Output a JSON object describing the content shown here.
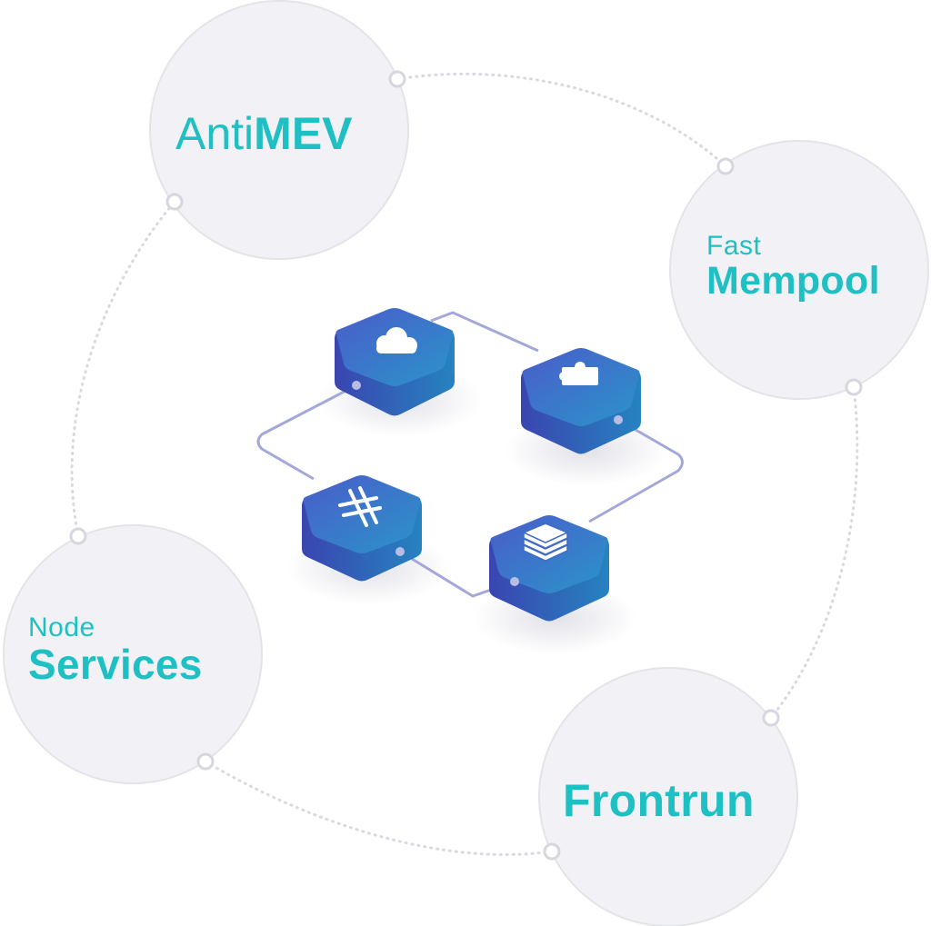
{
  "colors": {
    "accent_text": "#1fc0c4",
    "bubble_fill": "#f1f1f5",
    "bubble_stroke": "#e2e2ea",
    "dotted_orbit": "#d8d8e0",
    "connector_line": "#9fa4d6",
    "cube_top_start": "#3f58c7",
    "cube_top_end": "#2a90c8",
    "cube_side": "#2b4aa8"
  },
  "nodes": {
    "antimev": {
      "part1": "Anti",
      "part2": "MEV"
    },
    "fast_mempool": {
      "line1": "Fast",
      "line2": "Mempool"
    },
    "node_services": {
      "line1": "Node",
      "line2": "Services"
    },
    "frontrun": {
      "label": "Frontrun"
    }
  },
  "cubes": [
    {
      "icon": "cloud-icon"
    },
    {
      "icon": "puzzle-icon"
    },
    {
      "icon": "hash-icon"
    },
    {
      "icon": "layers-icon"
    }
  ]
}
